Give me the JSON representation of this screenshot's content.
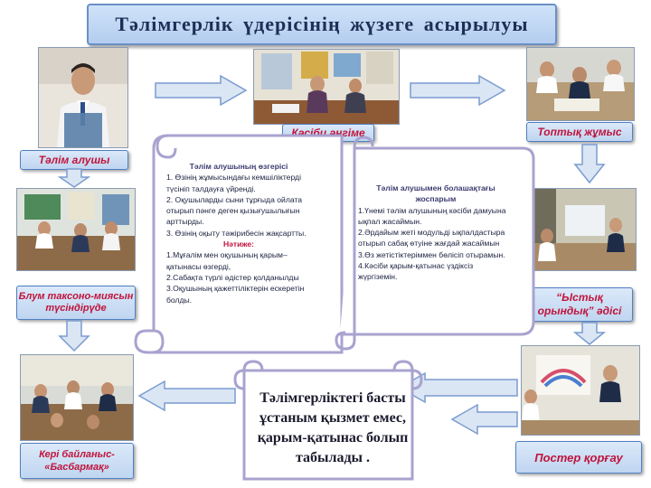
{
  "page": {
    "title": "Тəлімгерлік  үдерісінің  жүзеге  асырылуы"
  },
  "labels": {
    "mentor": "Тəлім    алушы",
    "bloom": "Блум таксоно-миясын түсіндірүде",
    "feedback": "Кері байланыс- «Басбармақ»",
    "professional_talk": "Кəсіби əңгіме",
    "group_work": "Топтық жұмыс",
    "hot_seat": "“Ыстық орындық” əдісі",
    "poster": "Постер  қорғау"
  },
  "scroll_left": {
    "heading": "Тəлім алушының өзгерісі",
    "items": [
      "1. Өзінің жұмысындағы кемшіліктерді түсініп талдауға үйренді.",
      "2. Оқушыларды сыни тұрғыда ойлата отырып пəнге деген қызығушылығын арттырды.",
      "3. Өзінің оқыту тəжірибесін жақсартты."
    ],
    "result_heading": "Нəтиже:",
    "results": [
      "1.Мұғалім мен оқушының қарым–қатынасы өзгерді,",
      "2.Сабақта түрлі əдістер қолданылды",
      "3.Оқушының қажеттіліктерін ескеретін болды."
    ]
  },
  "scroll_right": {
    "heading": "Тəлім алушымен болашақтағы жоспарым",
    "items": [
      "1.Үнемі тəлім алушының кəсіби дамуына ықпал жасаймын.",
      "2.Әрдайым жеті модульді ықпалдастыра отырып сабақ өтуіне  жағдай жасаймын",
      "3.Өз жетістіктеріммен бөлісіп отырамын.",
      "4.Кəсіби қарым-қатынас үздіксіз жүргіземін."
    ]
  },
  "center_box": {
    "text": "Тəлімгерліктегі  басты ұстаным  қызмет  емес, қарым-қатынас болып  табылады ."
  },
  "colors": {
    "label_text": "#c0143c",
    "label_border": "#4f7fc2",
    "arrow_fill": "#dbe6f5",
    "arrow_stroke": "#7a9ccf",
    "scroll_border": "#a8a3cf"
  }
}
